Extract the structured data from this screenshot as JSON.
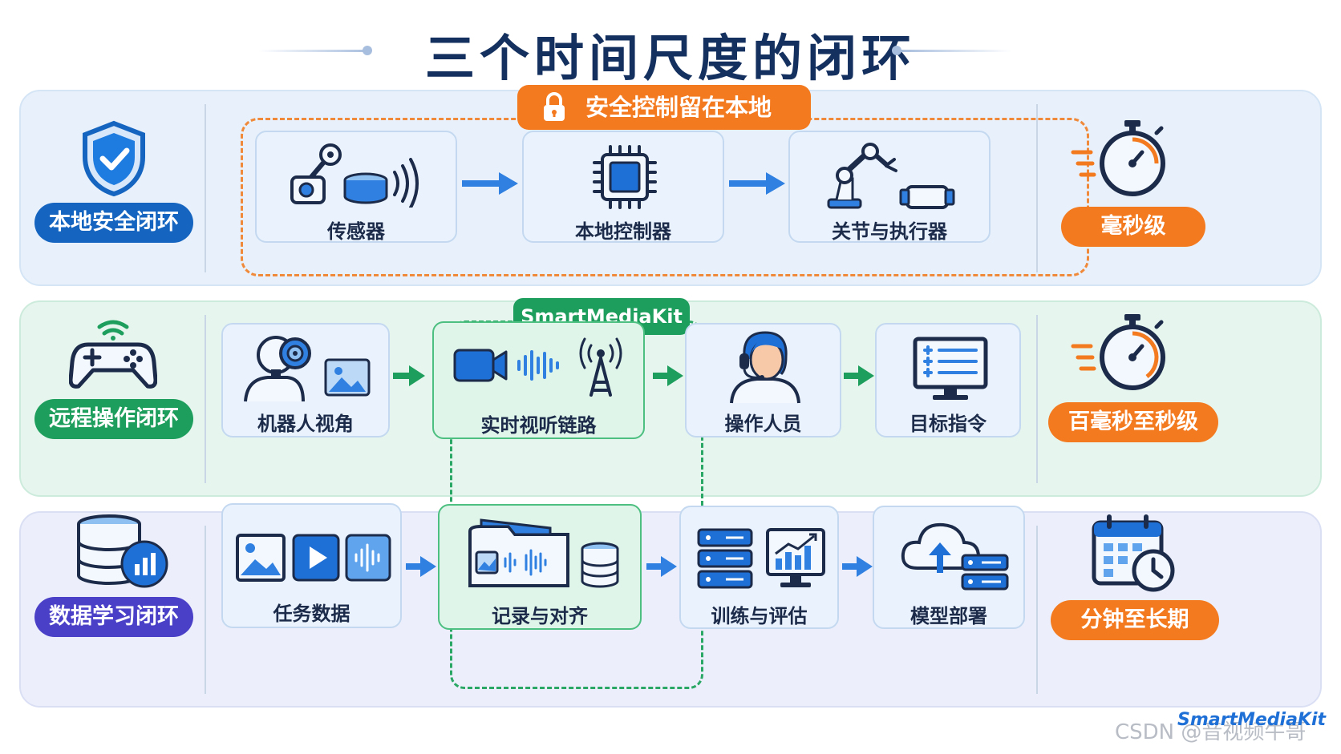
{
  "title": "三个时间尺度的闭环",
  "row1": {
    "label": "本地安全闭环",
    "tag": "安全控制留在本地",
    "nodes": [
      "传感器",
      "本地控制器",
      "关节与执行器"
    ],
    "timescale": "毫秒级"
  },
  "row2": {
    "label": "远程操作闭环",
    "tag": "SmartMediaKit",
    "nodes": [
      "机器人视角",
      "实时视听链路",
      "操作人员",
      "目标指令"
    ],
    "timescale": "百毫秒至秒级"
  },
  "row3": {
    "label": "数据学习闭环",
    "nodes": [
      "任务数据",
      "记录与对齐",
      "训练与评估",
      "模型部署"
    ],
    "timescale": "分钟至长期"
  },
  "footer": {
    "brand": "SmartMediaKit",
    "watermark": "CSDN @音视频牛哥"
  },
  "colors": {
    "blue": "#1565c0",
    "green": "#1e9e5c",
    "purple": "#4a3fc7",
    "orange": "#f47a1f"
  }
}
